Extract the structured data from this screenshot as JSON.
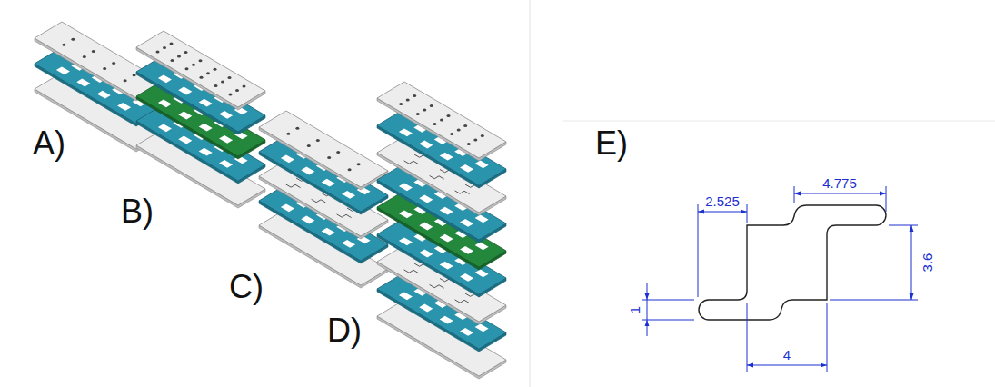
{
  "diagram": {
    "labels": [
      "A)",
      "B)",
      "C)",
      "D)",
      "E)",
      "2.525",
      "4.775",
      "3.6",
      "1",
      "4"
    ]
  }
}
